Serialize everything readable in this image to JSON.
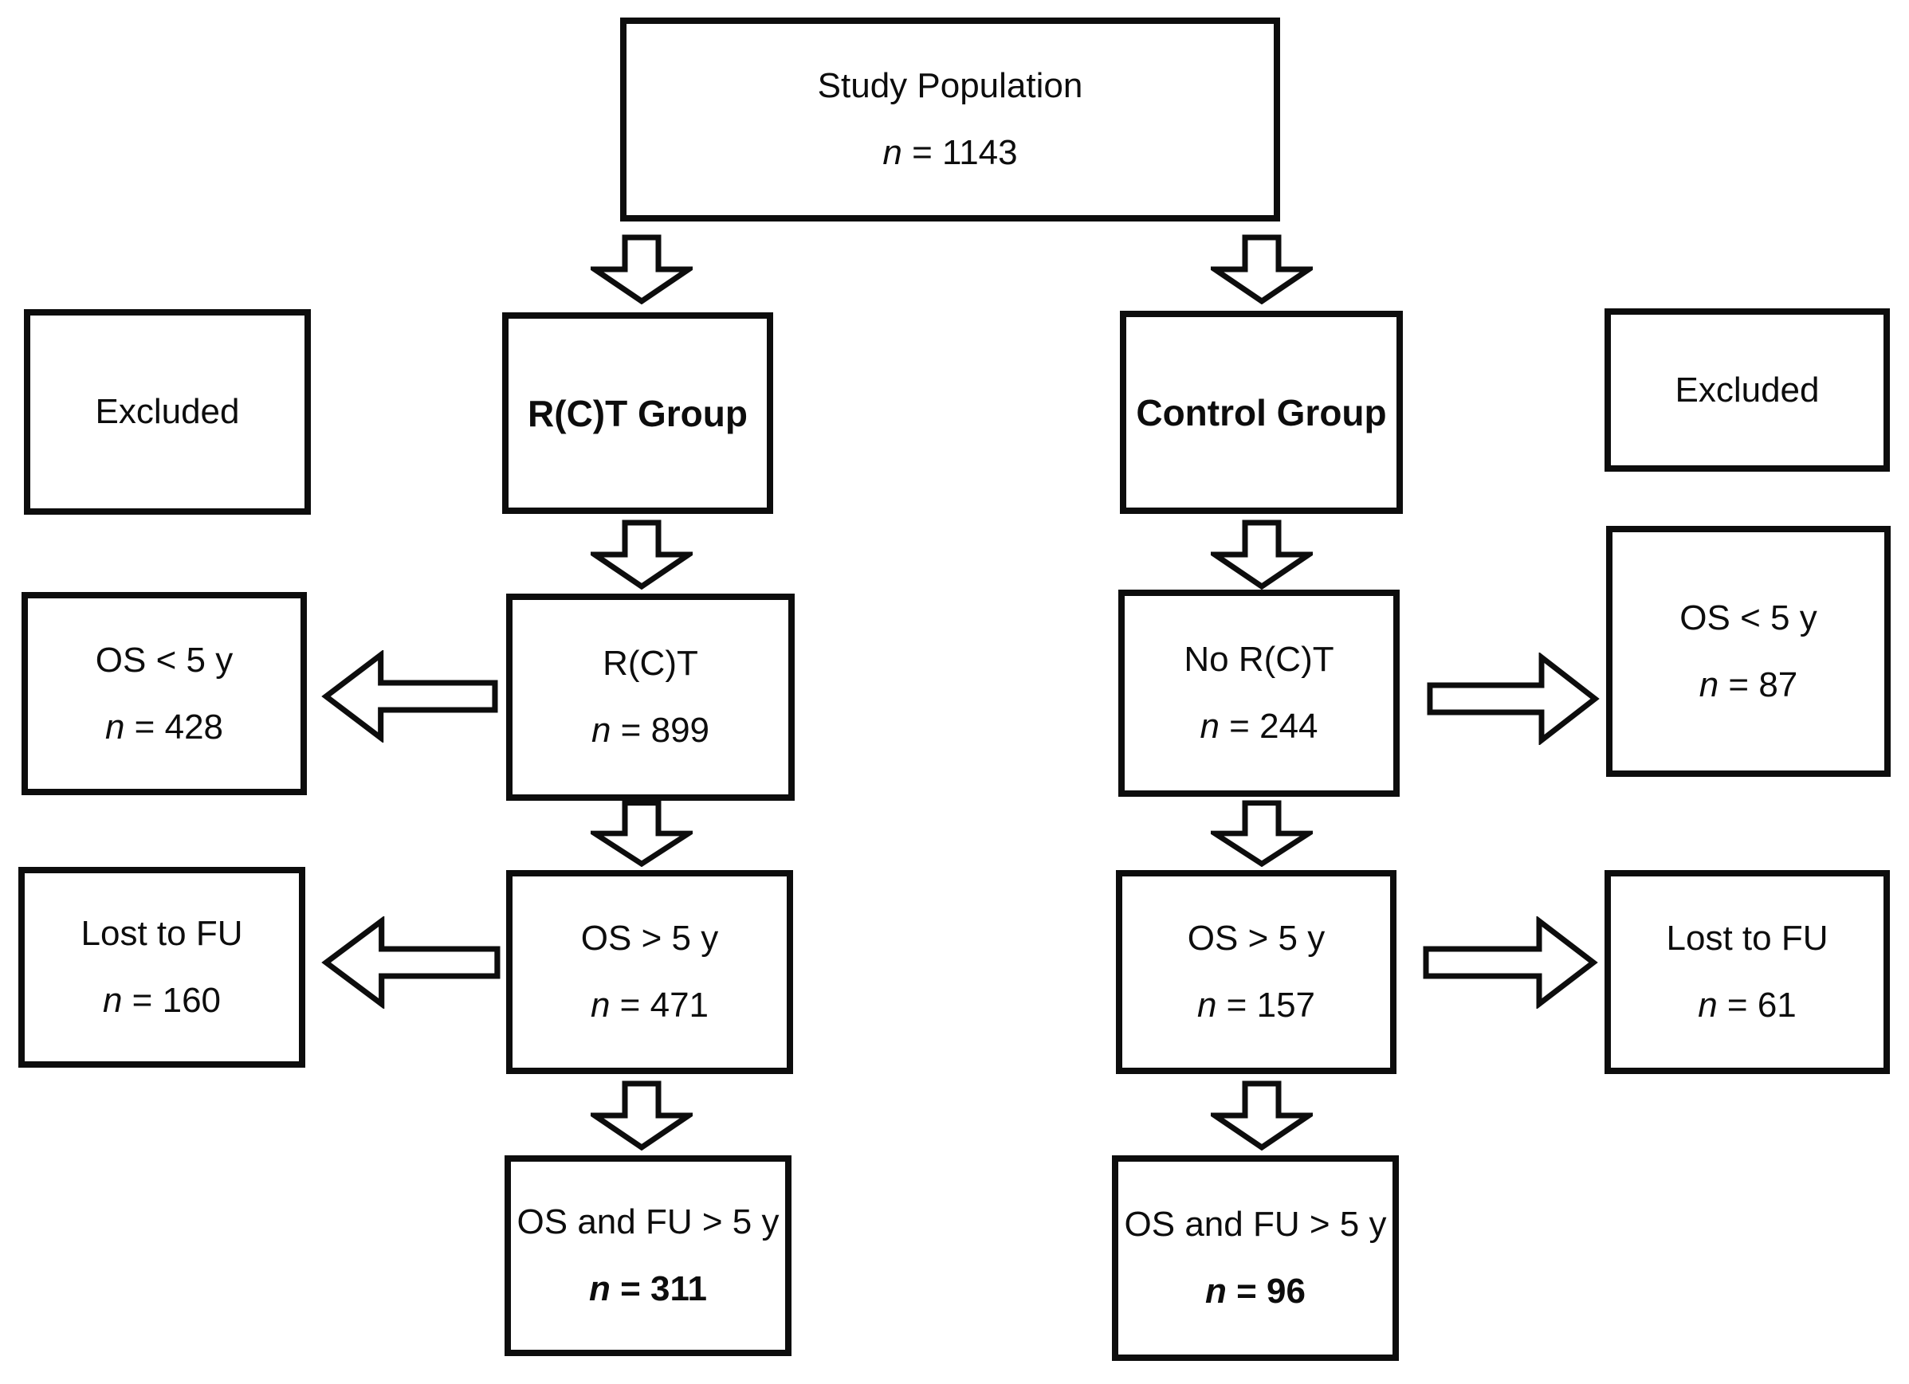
{
  "diagram": {
    "kind": "study-population-flowchart",
    "colors": {
      "line": "#0d0d0d",
      "background": "#ffffff"
    }
  },
  "boxes": {
    "study": {
      "line1": "Study Population",
      "n": "n",
      "count": " = 1143"
    },
    "excluded_left": {
      "line1": "Excluded"
    },
    "rct_group": {
      "line1": "R(C)T Group"
    },
    "control_group": {
      "line1": "Control Group"
    },
    "excluded_right": {
      "line1": "Excluded"
    },
    "os_lt5_left": {
      "line1": "OS < 5 y",
      "n": "n",
      "count": " = 428"
    },
    "rct": {
      "line1": "R(C)T",
      "n": "n",
      "count": " = 899"
    },
    "no_rct": {
      "line1": "No R(C)T",
      "n": "n",
      "count": " = 244"
    },
    "os_lt5_right": {
      "line1": "OS < 5 y",
      "n": "n",
      "count": " = 87"
    },
    "lost_fu_left": {
      "line1": "Lost to FU",
      "n": "n",
      "count": " = 160"
    },
    "os_gt5_rct": {
      "line1": "OS > 5 y",
      "n": "n",
      "count": " = 471"
    },
    "os_gt5_ctrl": {
      "line1": "OS > 5 y",
      "n": "n",
      "count": " = 157"
    },
    "lost_fu_right": {
      "line1": "Lost to FU",
      "n": "n",
      "count": " = 61"
    },
    "os_fu_rct": {
      "line1": "OS and FU > 5 y",
      "n": "n",
      "count": " = 311"
    },
    "os_fu_ctrl": {
      "line1": "OS and FU > 5 y",
      "n": "n",
      "count": " = 96"
    }
  },
  "arrows": [
    {
      "from": "study",
      "to": "rct_group",
      "direction": "down"
    },
    {
      "from": "study",
      "to": "control_group",
      "direction": "down"
    },
    {
      "from": "rct_group",
      "to": "rct",
      "direction": "down"
    },
    {
      "from": "control_group",
      "to": "no_rct",
      "direction": "down"
    },
    {
      "from": "rct",
      "to": "os_lt5_left",
      "direction": "left"
    },
    {
      "from": "no_rct",
      "to": "os_lt5_right",
      "direction": "right"
    },
    {
      "from": "rct",
      "to": "os_gt5_rct",
      "direction": "down"
    },
    {
      "from": "no_rct",
      "to": "os_gt5_ctrl",
      "direction": "down"
    },
    {
      "from": "os_gt5_rct",
      "to": "lost_fu_left",
      "direction": "left"
    },
    {
      "from": "os_gt5_ctrl",
      "to": "lost_fu_right",
      "direction": "right"
    },
    {
      "from": "os_gt5_rct",
      "to": "os_fu_rct",
      "direction": "down"
    },
    {
      "from": "os_gt5_ctrl",
      "to": "os_fu_ctrl",
      "direction": "down"
    }
  ]
}
